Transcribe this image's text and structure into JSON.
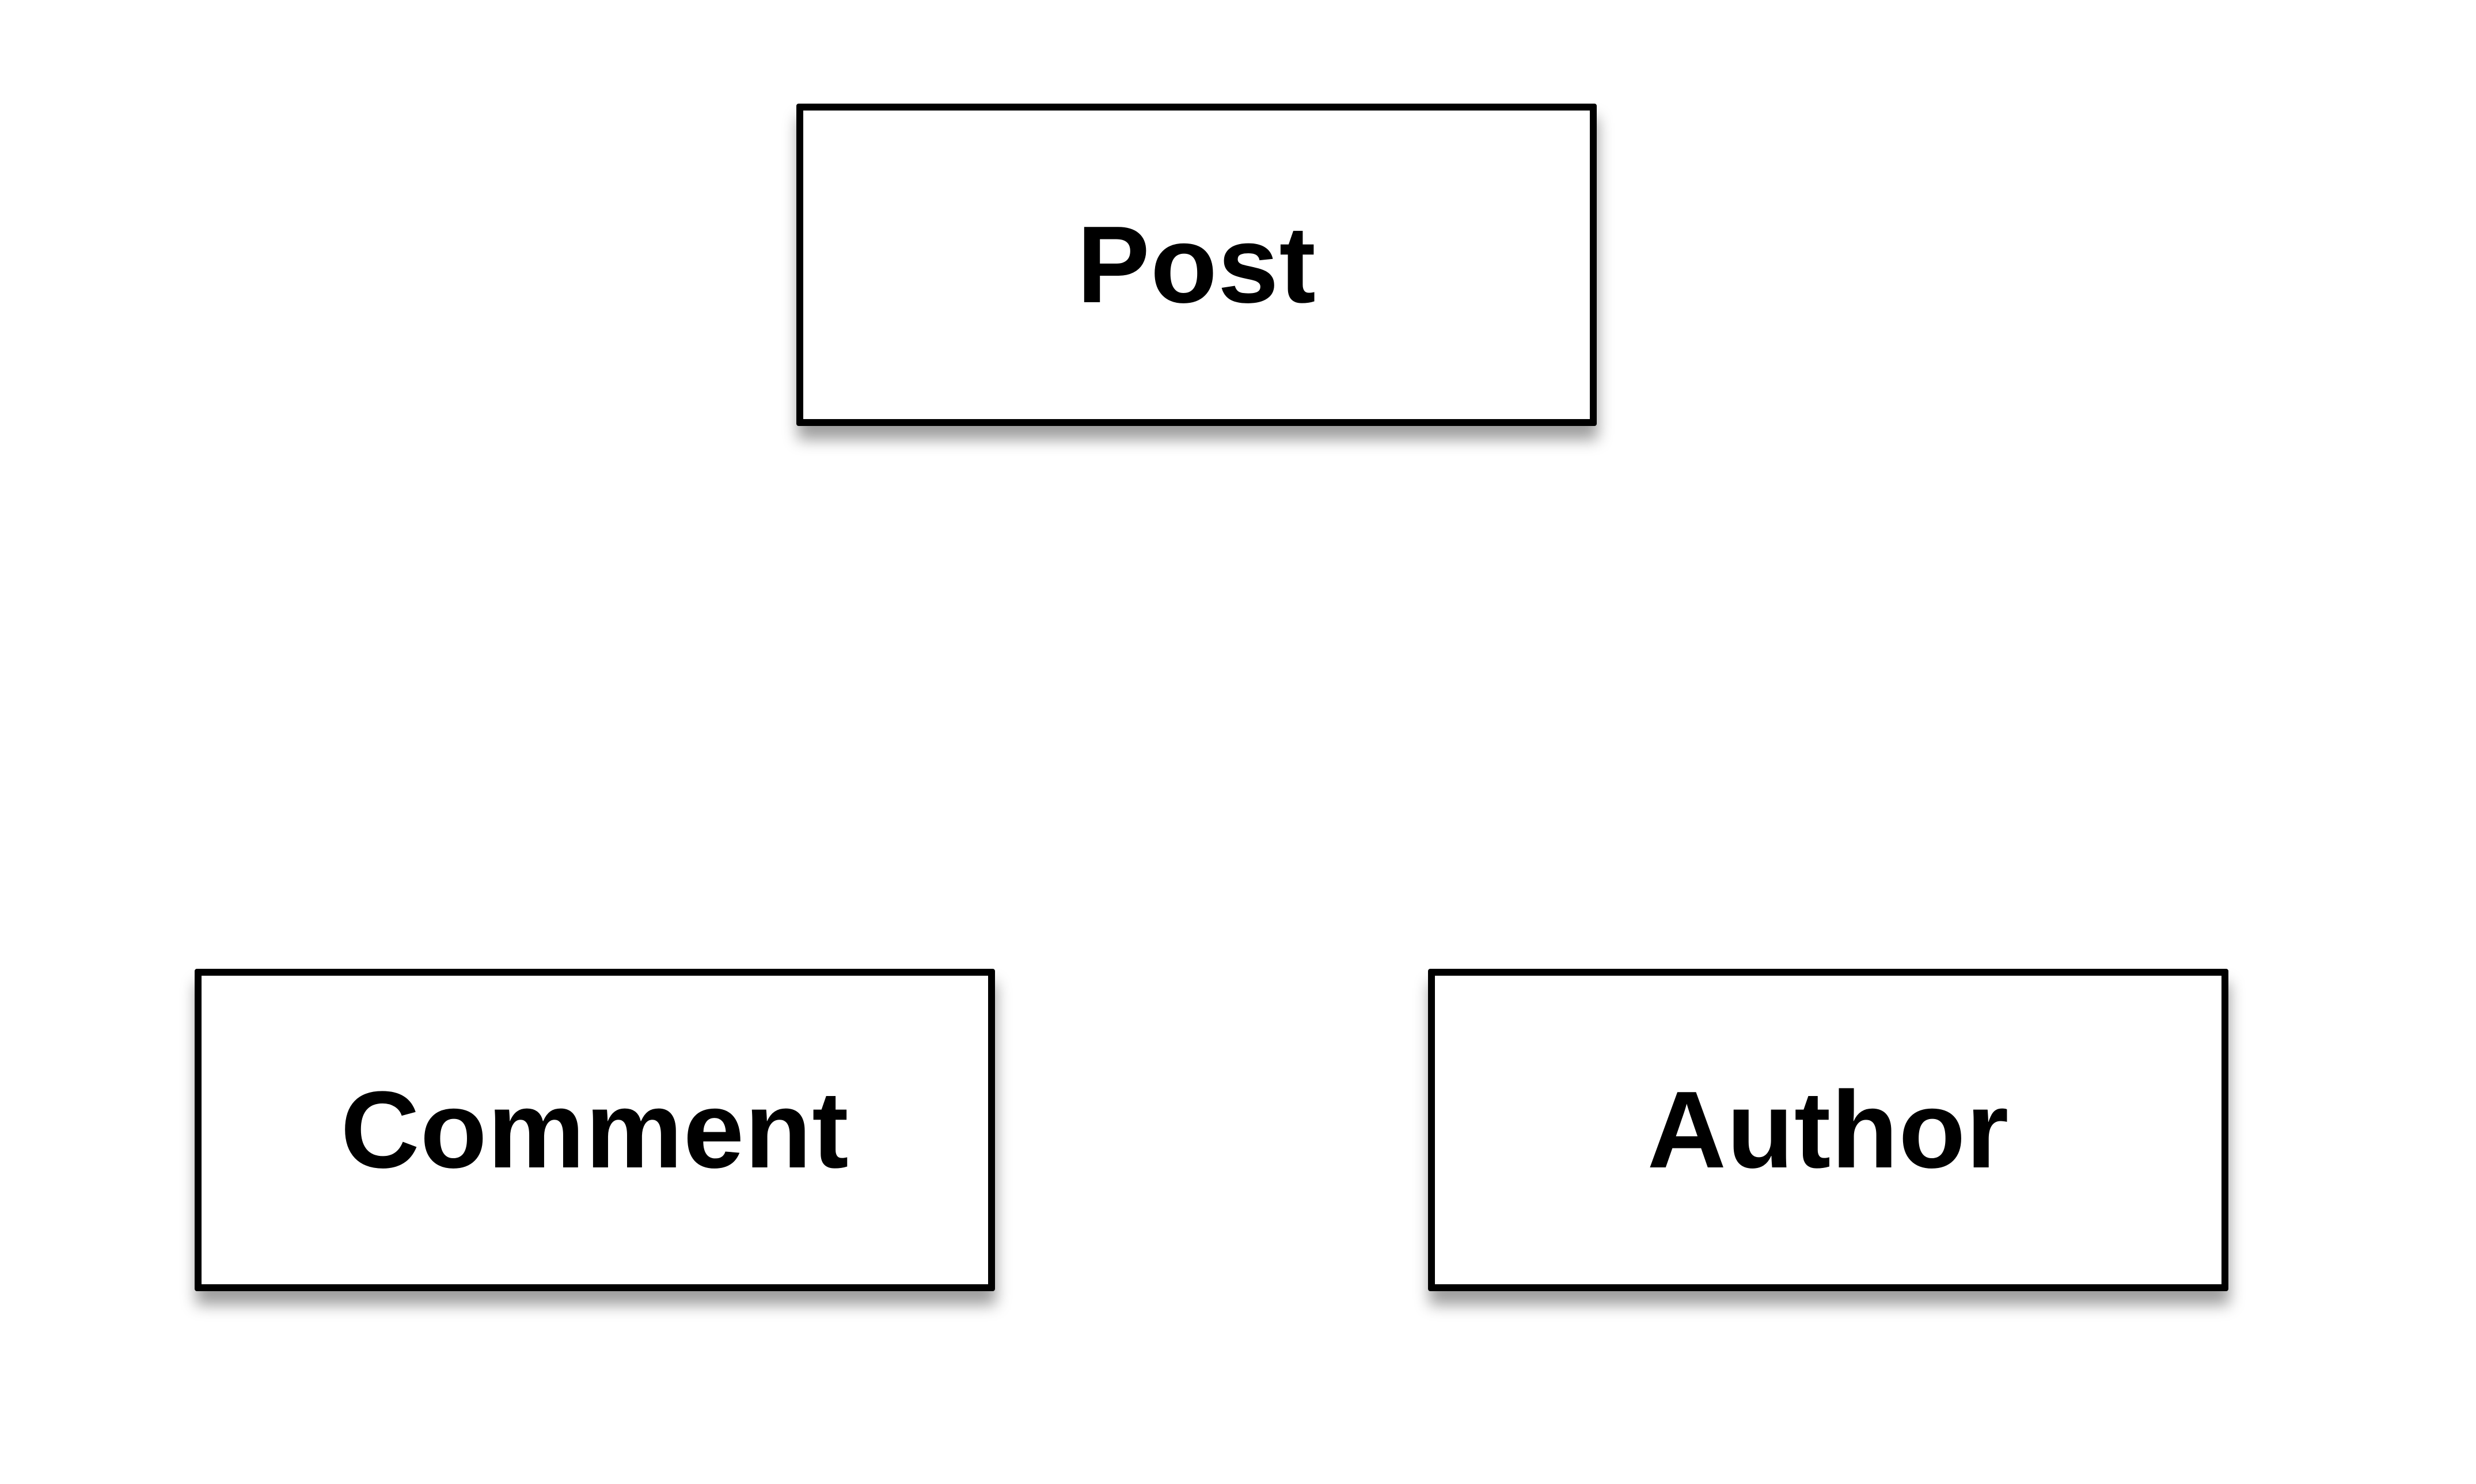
{
  "diagram": {
    "entities": [
      {
        "id": "post",
        "label": "Post"
      },
      {
        "id": "comment",
        "label": "Comment"
      },
      {
        "id": "author",
        "label": "Author"
      }
    ],
    "colors": {
      "background": "#ffffff",
      "border": "#000000",
      "text": "#000000"
    }
  }
}
